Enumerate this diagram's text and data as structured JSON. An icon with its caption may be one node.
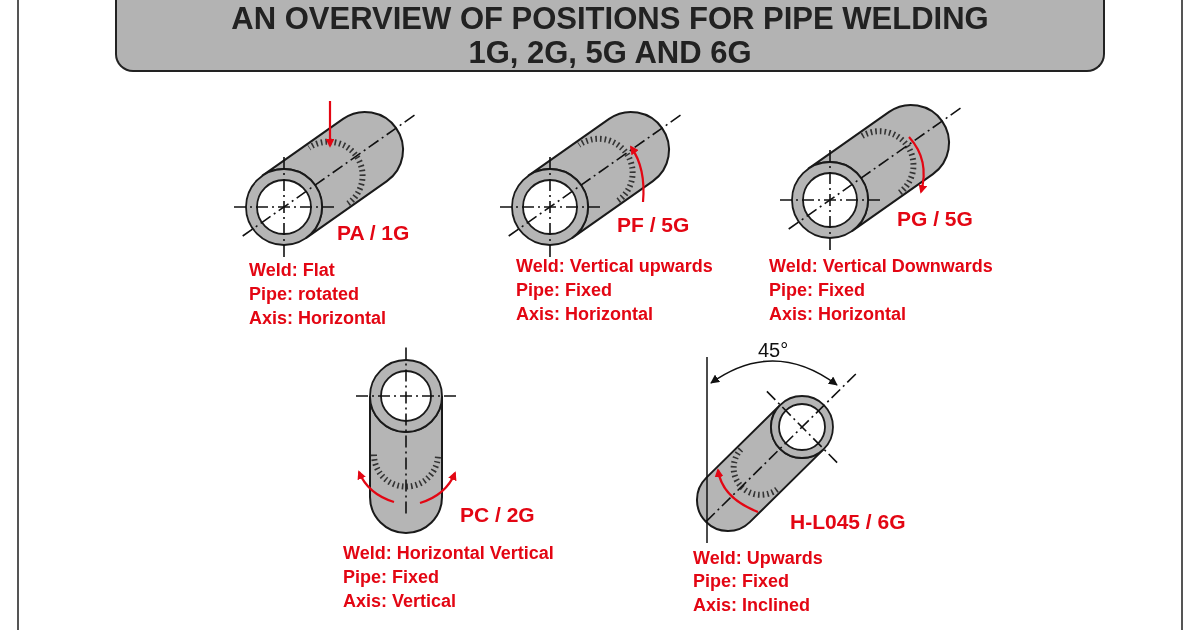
{
  "diagram": {
    "title": "AN OVERVIEW OF POSITIONS FOR PIPE WELDING 1G, 2G, 5G AND 6G",
    "labels": [
      "PA / 1G",
      "Weld: Flat",
      "Pipe: rotated",
      "Axis: Horizontal",
      "PF / 5G",
      "Weld: Vertical upwards",
      "Pipe: Fixed",
      "Axis: Horizontal",
      "PG / 5G",
      "Weld: Vertical Downwards",
      "Pipe: Fixed",
      "Axis: Horizontal",
      "45°",
      "PC / 2G",
      "Weld: Horizontal Vertical",
      "Pipe: Fixed",
      "Axis: Vertical",
      "H-L045 / 6G",
      "Weld: Upwards",
      "Pipe: Fixed",
      "Axis: Inclined"
    ]
  }
}
